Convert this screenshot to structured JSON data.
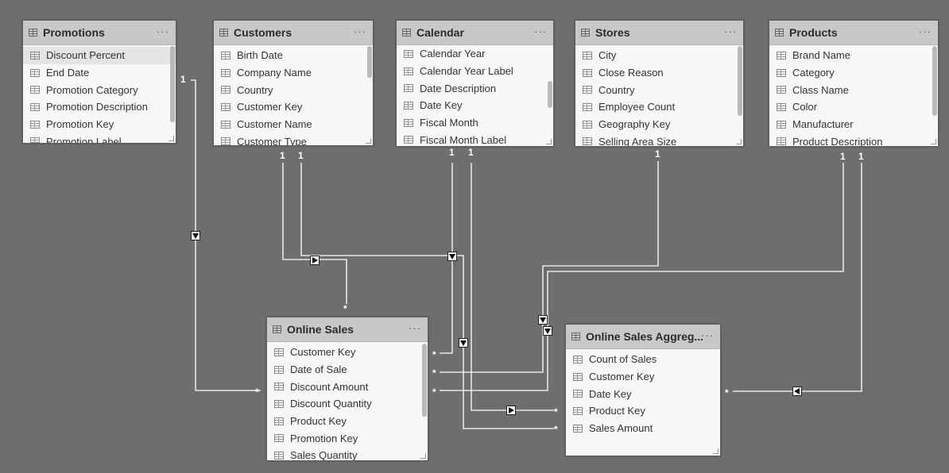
{
  "tables": {
    "promotions": {
      "title": "Promotions",
      "more": "···",
      "columns": [
        "Discount Percent",
        "End Date",
        "Promotion Category",
        "Promotion Description",
        "Promotion Key",
        "Promotion Label"
      ]
    },
    "customers": {
      "title": "Customers",
      "more": "···",
      "columns": [
        "Birth Date",
        "Company Name",
        "Country",
        "Customer Key",
        "Customer Name",
        "Customer Type"
      ]
    },
    "calendar": {
      "title": "Calendar",
      "more": "···",
      "columns": [
        "Calendar Year",
        "Calendar Year Label",
        "Date Description",
        "Date Key",
        "Fiscal Month",
        "Fiscal Month Label"
      ]
    },
    "stores": {
      "title": "Stores",
      "more": "···",
      "columns": [
        "City",
        "Close Reason",
        "Country",
        "Employee Count",
        "Geography Key",
        "Selling Area Size"
      ]
    },
    "products": {
      "title": "Products",
      "more": "···",
      "columns": [
        "Brand Name",
        "Category",
        "Class Name",
        "Color",
        "Manufacturer",
        "Product Description"
      ]
    },
    "online_sales": {
      "title": "Online Sales",
      "more": "···",
      "columns": [
        "Customer Key",
        "Date of Sale",
        "Discount Amount",
        "Discount Quantity",
        "Product Key",
        "Promotion Key",
        "Sales Quantity"
      ]
    },
    "online_sales_agg": {
      "title": "Online Sales Aggreg...",
      "more": "···",
      "columns": [
        "Count of Sales",
        "Customer Key",
        "Date Key",
        "Product Key",
        "Sales Amount"
      ]
    }
  },
  "cardinality": {
    "one": "1",
    "many": "*"
  },
  "icons": {
    "table_header": "table-icon",
    "column": "column-icon",
    "filter_direction": "arrow-icon"
  }
}
